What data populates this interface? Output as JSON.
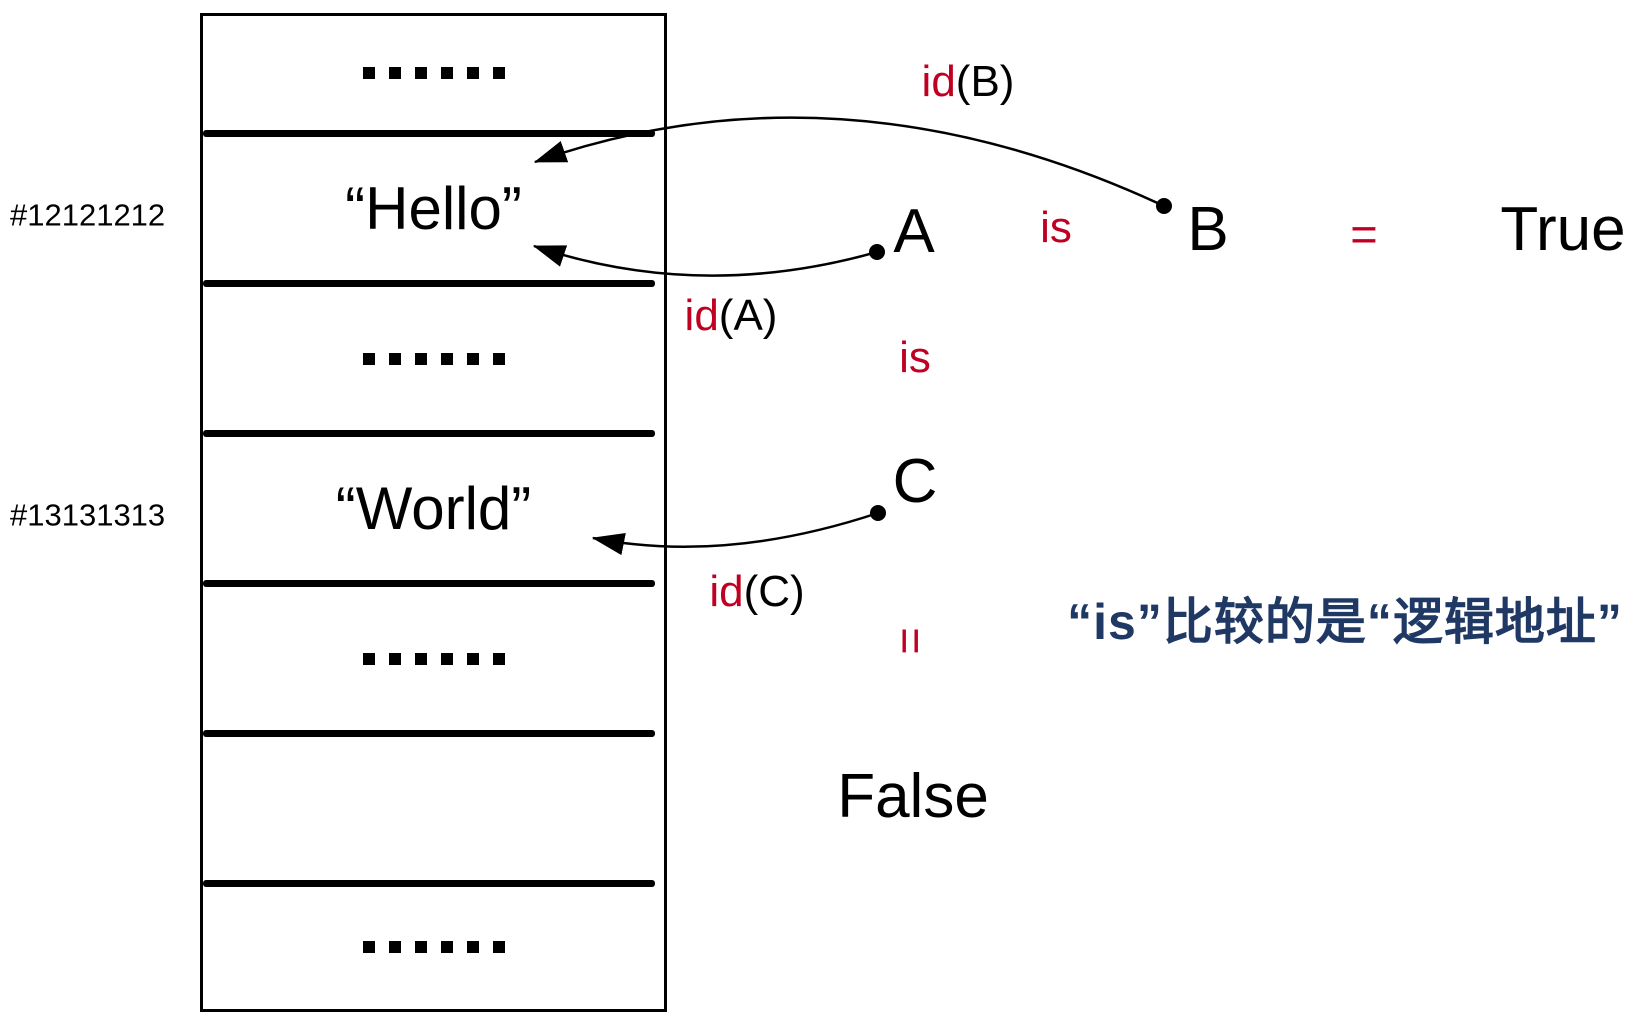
{
  "colors": {
    "ink": "#000000",
    "accent_red": "#C00023",
    "note_blue": "#1F3864",
    "background": "#ffffff"
  },
  "memory": {
    "rows": [
      {
        "kind": "dots",
        "text": "……"
      },
      {
        "kind": "value",
        "text": "“Hello”",
        "address": "#12121212"
      },
      {
        "kind": "dots",
        "text": "……"
      },
      {
        "kind": "value",
        "text": "“World”",
        "address": "#13131313"
      },
      {
        "kind": "dots",
        "text": "……"
      },
      {
        "kind": "empty",
        "text": ""
      },
      {
        "kind": "dots",
        "text": "……"
      }
    ]
  },
  "pointers": {
    "b": {
      "fn": "id",
      "arg": "(B)"
    },
    "a": {
      "fn": "id",
      "arg": "(A)"
    },
    "c": {
      "fn": "id",
      "arg": "(C)"
    }
  },
  "comparison_ab": {
    "lhs": "A",
    "op": "is",
    "rhs": "B",
    "equals": "=",
    "result": "True"
  },
  "comparison_ac": {
    "op": "is",
    "operand": "C",
    "equals": "=",
    "result": "False"
  },
  "note": {
    "text": "“is”比较的是“逻辑地址”"
  }
}
